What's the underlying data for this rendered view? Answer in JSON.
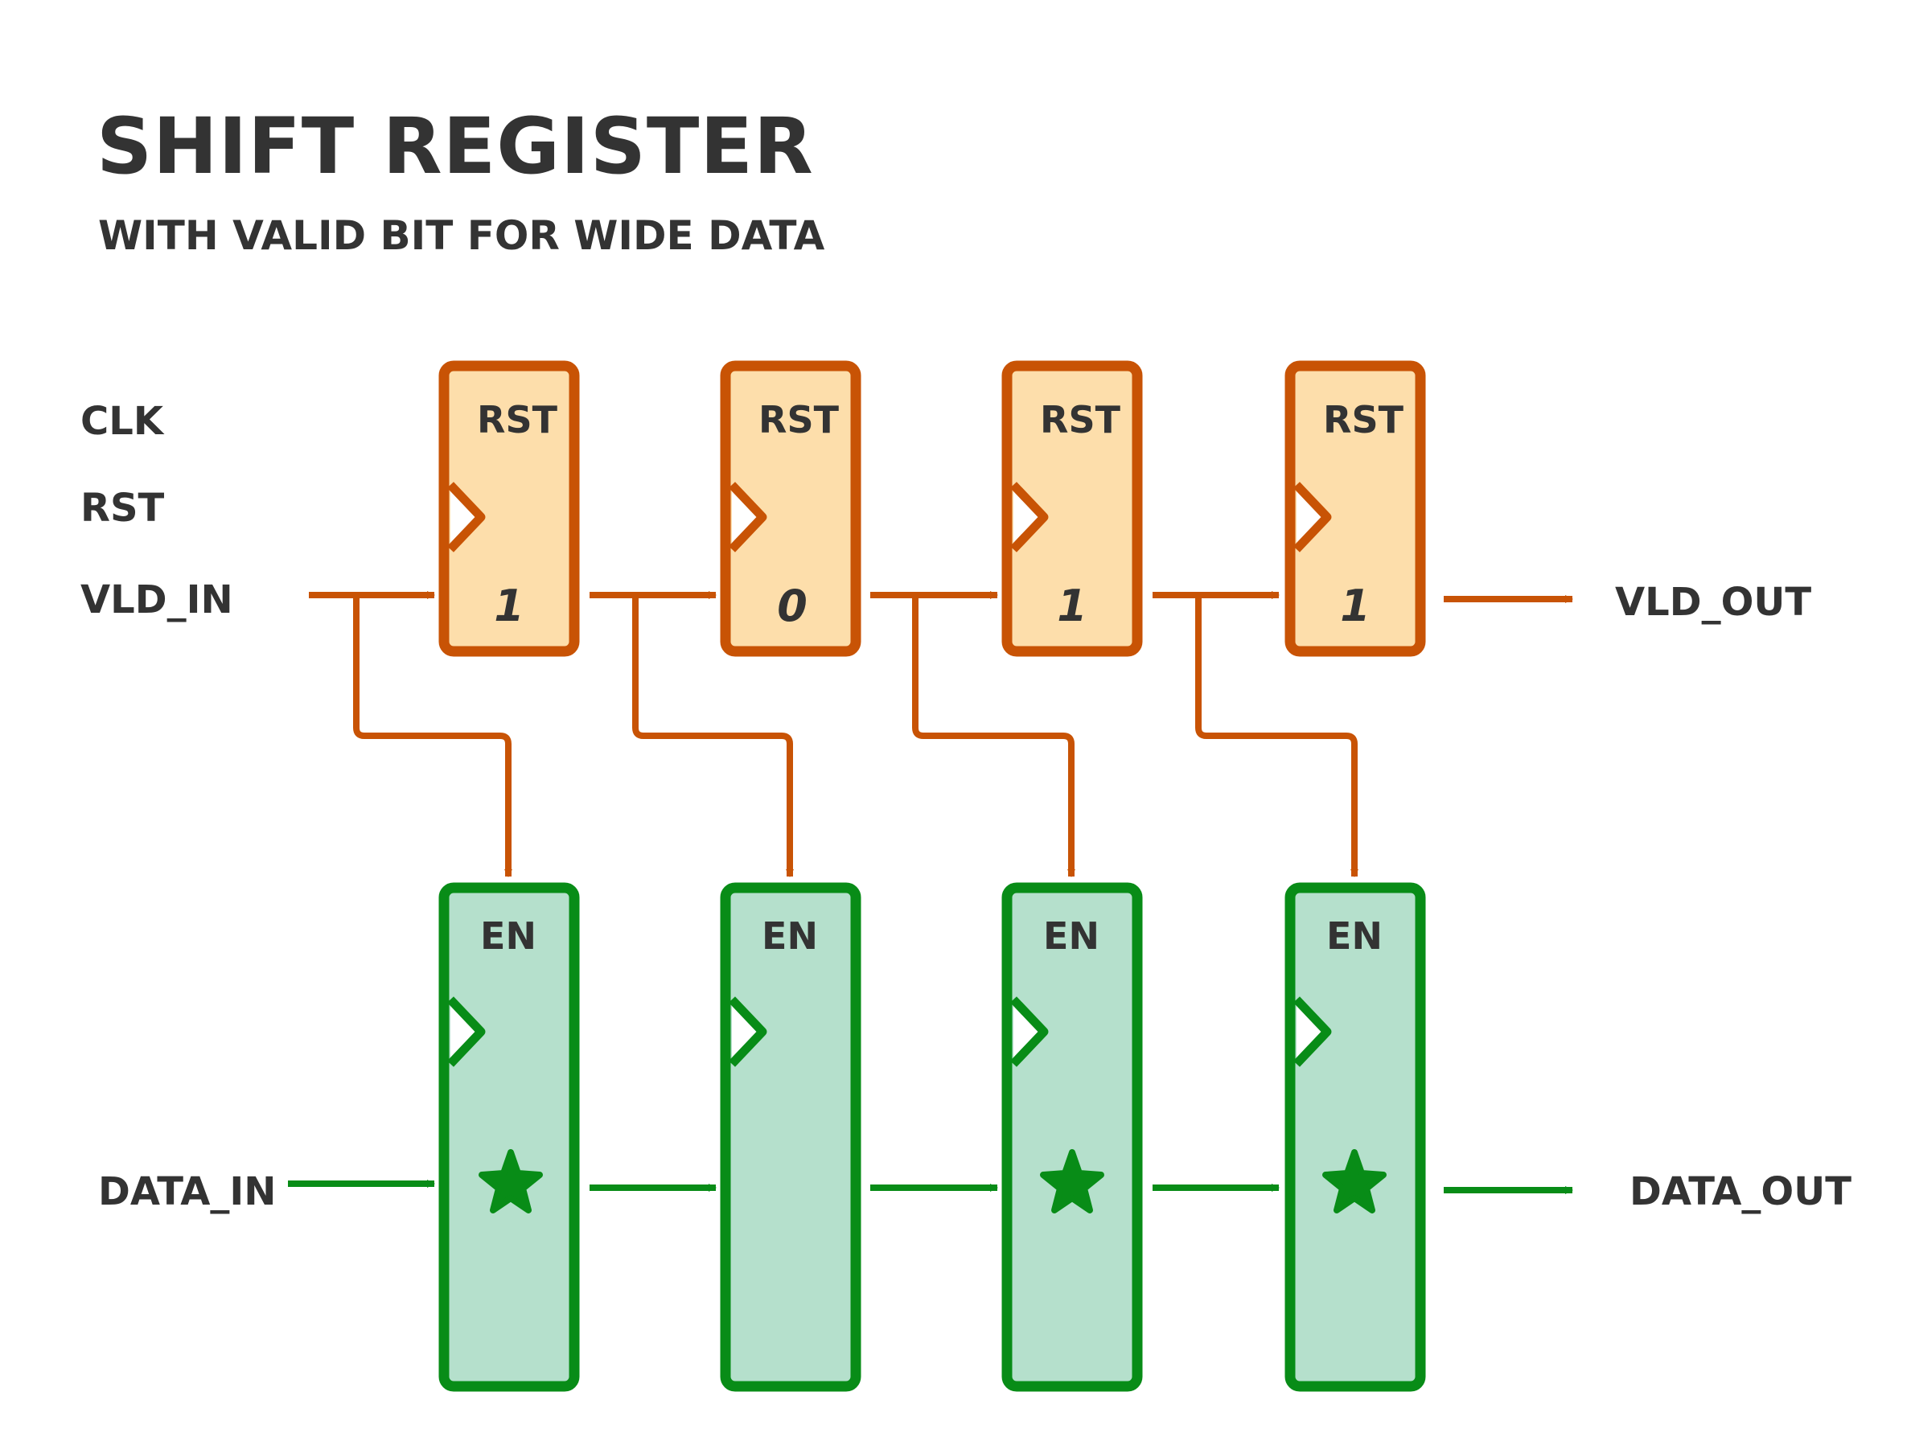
{
  "title": "SHIFT REGISTER",
  "subtitle": "WITH VALID BIT FOR WIDE DATA",
  "signals": {
    "clk": "CLK",
    "rst": "RST",
    "vld_in": "VLD_IN",
    "vld_out": "VLD_OUT",
    "data_in": "DATA_IN",
    "data_out": "DATA_OUT"
  },
  "valid_registers": [
    {
      "label": "RST",
      "value": "1"
    },
    {
      "label": "RST",
      "value": "0"
    },
    {
      "label": "RST",
      "value": "1"
    },
    {
      "label": "RST",
      "value": "1"
    }
  ],
  "data_registers": [
    {
      "label": "EN",
      "has_data": true,
      "data_icon": "star-icon"
    },
    {
      "label": "EN",
      "has_data": false,
      "data_icon": "star-icon"
    },
    {
      "label": "EN",
      "has_data": true,
      "data_icon": "star-icon"
    },
    {
      "label": "EN",
      "has_data": true,
      "data_icon": "star-icon"
    }
  ],
  "colors": {
    "valid_stroke": "#c85305",
    "valid_fill": "#fddeab",
    "data_stroke": "#088c17",
    "data_fill": "#b5e0cc",
    "text": "#333333"
  }
}
